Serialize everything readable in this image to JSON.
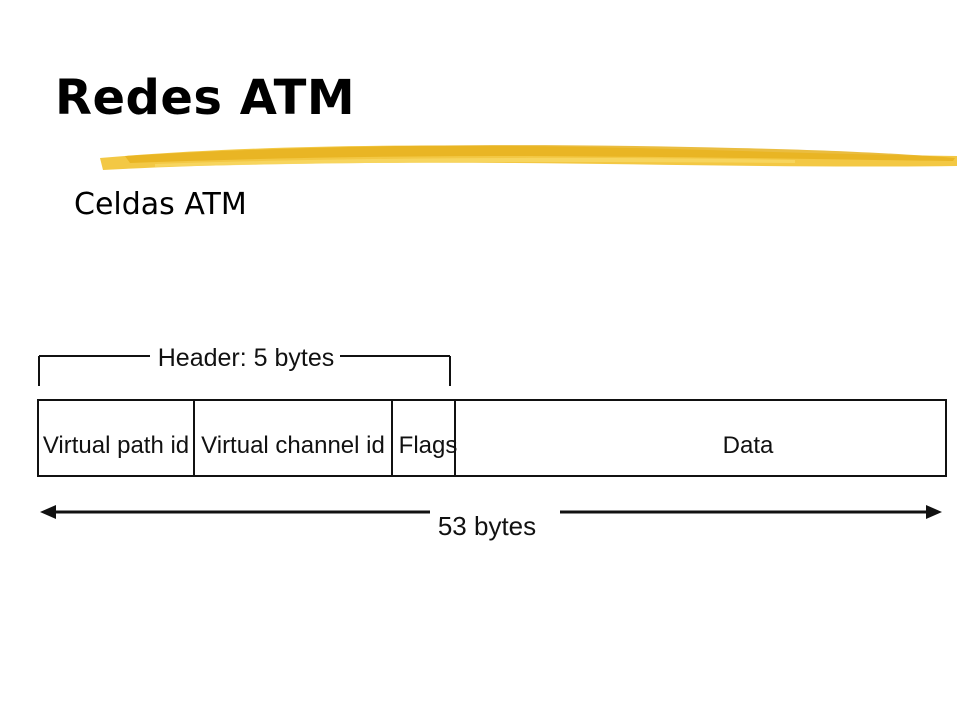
{
  "slide": {
    "title": "Redes ATM",
    "subtitle": "Celdas ATM"
  },
  "diagram": {
    "header_label": "Header: 5 bytes",
    "fields": [
      {
        "label": "Virtual path id"
      },
      {
        "label": "Virtual channel id"
      },
      {
        "label": "Flags"
      },
      {
        "label": "Data"
      }
    ],
    "total_label": "53 bytes"
  },
  "colors": {
    "highlight": "#f2c230",
    "ink": "#111111"
  }
}
